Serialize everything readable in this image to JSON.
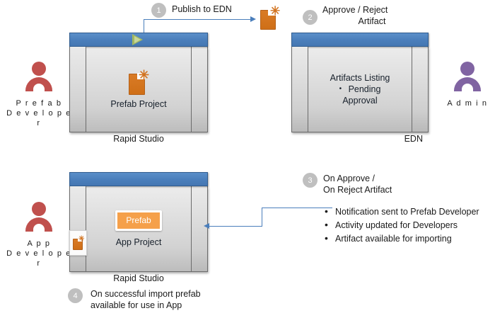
{
  "diagram": {
    "title": "Prefab publishing and approval workflow",
    "colors": {
      "accent_blue": "#4a7ebb",
      "titlebar_blue": "#4a7ebb",
      "artifact_orange": "#d2731f",
      "prefab_chip_orange": "#f5a04a",
      "developer_red": "#c0504d",
      "admin_purple": "#8064a2",
      "badge_gray": "#bfbfbf",
      "play_green": "#9bbb59"
    }
  },
  "actors": [
    {
      "id": "prefab-developer",
      "label_line1": "P r e f a b",
      "label_line2": "D e v e l o p e r",
      "color": "#c0504d",
      "icon": "person-icon"
    },
    {
      "id": "admin",
      "label_line1": "A d m i n",
      "label_line2": "",
      "color": "#8064a2",
      "icon": "person-icon"
    },
    {
      "id": "app-developer",
      "label_line1": "A p p",
      "label_line2": "D e v e l o p e r",
      "color": "#c0504d",
      "icon": "person-icon"
    }
  ],
  "windows": [
    {
      "id": "rapid-studio-prefab",
      "caption": "Rapid Studio",
      "caption_align": "center",
      "content_title": "Prefab Project",
      "has_play_button": true,
      "icon": "artifact-icon"
    },
    {
      "id": "edn",
      "caption": "EDN",
      "caption_align": "right",
      "content_title": "Artifacts Listing",
      "content_bullets": [
        "Pending",
        "Approval"
      ],
      "bullet_marker": "•",
      "has_play_button": false
    },
    {
      "id": "rapid-studio-app",
      "caption": "Rapid Studio",
      "caption_align": "center",
      "content_title": "App  Project",
      "chip_label": "Prefab",
      "has_play_button": false,
      "sidebar_icon": "artifact-icon"
    }
  ],
  "steps": [
    {
      "number": "1",
      "text_line1": "Publish to EDN",
      "text_line2": ""
    },
    {
      "number": "2",
      "text_line1": "Approve / Reject",
      "text_line2": "Artifact"
    },
    {
      "number": "3",
      "text_line1": "On Approve /",
      "text_line2": "On Reject Artifact"
    },
    {
      "number": "4",
      "text_line1": "On successful import prefab",
      "text_line2": "available for use in App"
    }
  ],
  "notes": {
    "bullet_marker": "•",
    "items": [
      "Notification sent to Prefab Developer",
      "Activity updated for Developers",
      "Artifact available for importing"
    ]
  }
}
